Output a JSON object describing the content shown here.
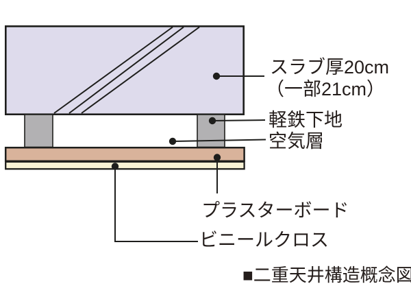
{
  "diagram": {
    "caption": "■二重天井構造概念図",
    "labels": {
      "slab_line1": "スラブ厚20cm",
      "slab_line2": "（一部21cm）",
      "steel_base": "軽鉄下地",
      "air_layer": "空気層",
      "plasterboard": "プラスターボード",
      "vinyl_cloth": "ビニールクロス"
    },
    "colors": {
      "slab_fill": "#dedbec",
      "post_fill": "#b2b1b3",
      "plasterboard_fill": "#d9b39b",
      "vinyl_cloth_fill": "#f8f2d5",
      "ink": "#1e1e1c",
      "text": "#241d1b",
      "background": "#ffffff"
    }
  }
}
